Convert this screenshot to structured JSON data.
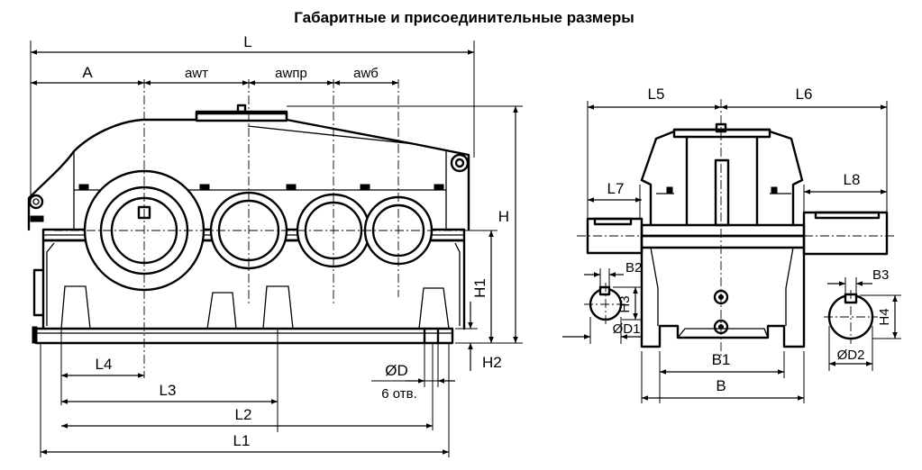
{
  "title": "Габаритные и присоединительные размеры",
  "dimensions": {
    "L": "L",
    "A": "A",
    "awt": "awт",
    "awpr": "awпр",
    "awb": "awб",
    "H": "H",
    "H1": "H1",
    "H2": "H2",
    "L1": "L1",
    "L2": "L2",
    "L3": "L3",
    "L4": "L4",
    "D": "ØD",
    "holes": "6 отв.",
    "L5": "L5",
    "L6": "L6",
    "L7": "L7",
    "L8": "L8",
    "B": "B",
    "B1": "B1",
    "B2": "B2",
    "B3": "B3",
    "H3": "H3",
    "H4": "H4",
    "D1": "ØD1",
    "D2": "ØD2"
  }
}
